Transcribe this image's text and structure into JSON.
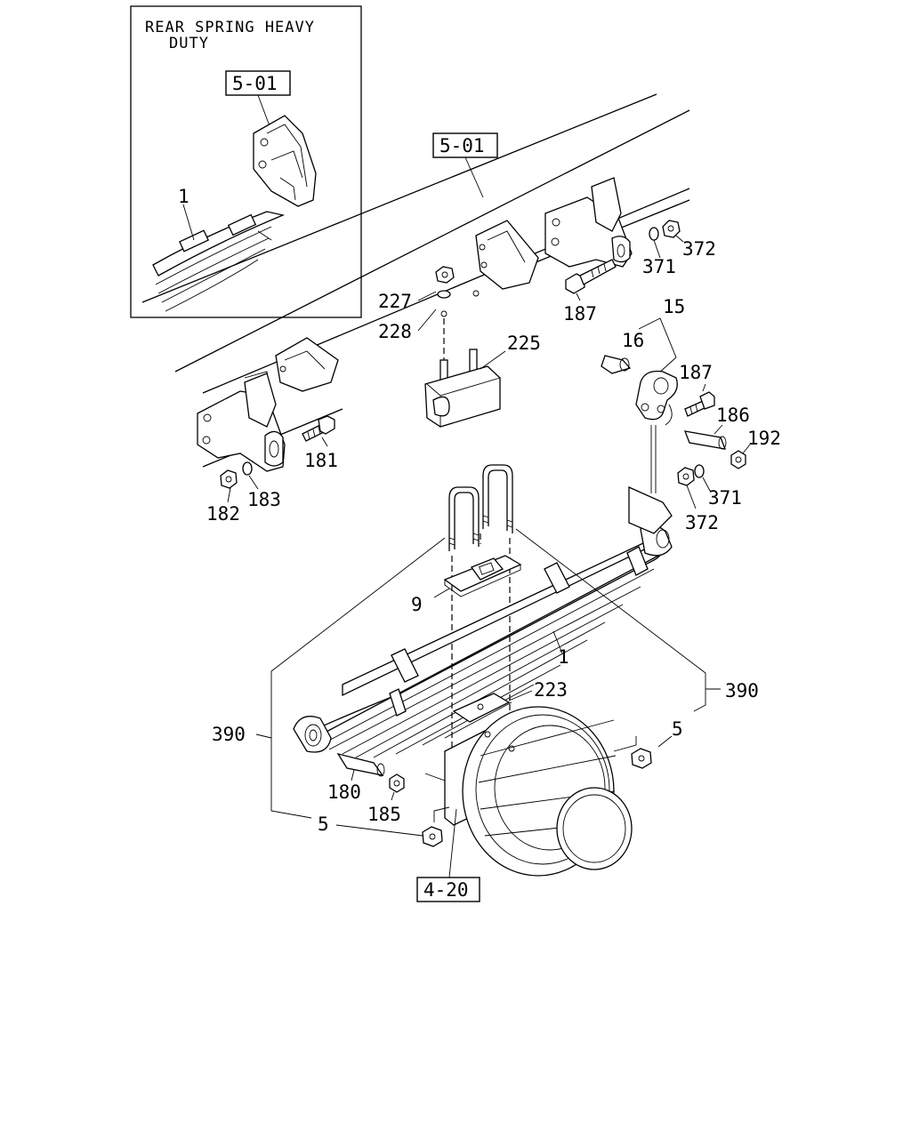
{
  "inset": {
    "title_line1": "REAR SPRING HEAVY",
    "title_line2": "DUTY",
    "ref_box": "5-01",
    "part_1": "1"
  },
  "refs": {
    "frame": "5-01",
    "axle": "4-20"
  },
  "parts": {
    "p227": "227",
    "p228": "228",
    "p225": "225",
    "p187a": "187",
    "p371a": "371",
    "p372a": "372",
    "p15": "15",
    "p16": "16",
    "p187b": "187",
    "p186": "186",
    "p192": "192",
    "p371b": "371",
    "p372b": "372",
    "p181": "181",
    "p182": "182",
    "p183": "183",
    "p9": "9",
    "p1": "1",
    "p223": "223",
    "p390a": "390",
    "p390b": "390",
    "p5a": "5",
    "p5b": "5",
    "p180": "180",
    "p185": "185"
  }
}
